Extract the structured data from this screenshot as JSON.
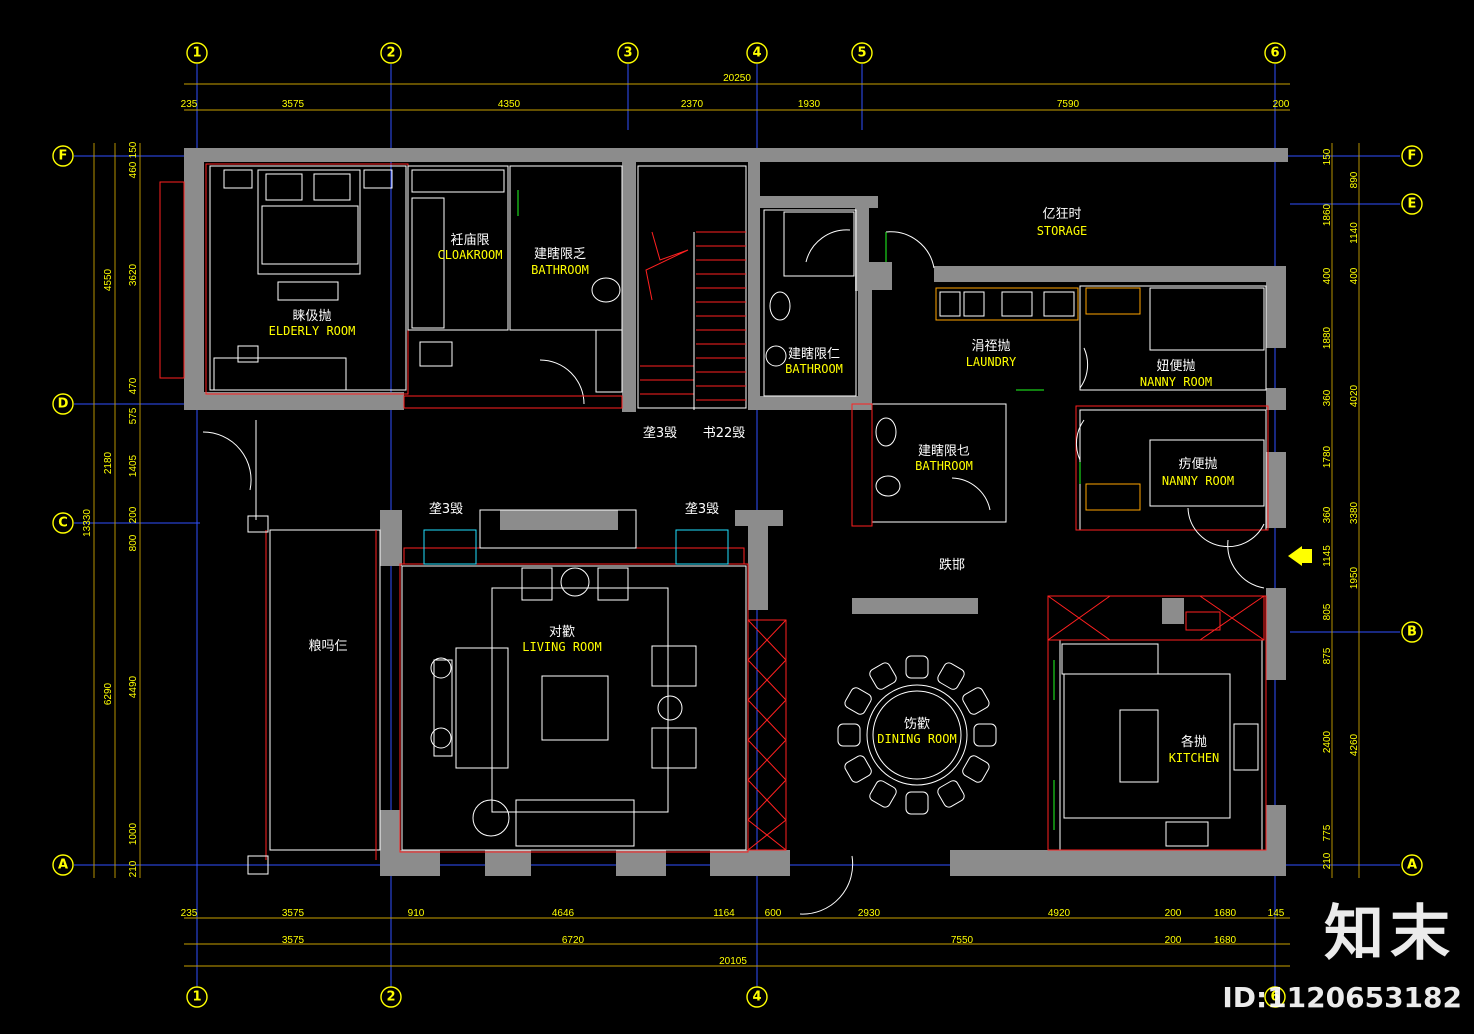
{
  "axes_numbers": [
    "1",
    "2",
    "3",
    "4",
    "5",
    "6"
  ],
  "axes_letters": [
    "F",
    "E",
    "D",
    "C",
    "B",
    "A"
  ],
  "top_dims": {
    "overall": "20250",
    "segments": [
      "235",
      "3575",
      "4350",
      "2370",
      "1930",
      "7590",
      "200"
    ]
  },
  "bottom_dims": {
    "row1": [
      "235",
      "3575",
      "910",
      "4646",
      "1164",
      "600",
      "2930",
      "4920",
      "200",
      "1680",
      "145"
    ],
    "row2": [
      "3575",
      "6720",
      "7550",
      "200",
      "1680"
    ],
    "overall": "20105"
  },
  "left_dims": {
    "outer": [
      "13330"
    ],
    "middle": [
      "4550",
      "2180",
      "6290"
    ],
    "inner": [
      "150",
      "460",
      "3620",
      "470",
      "575",
      "1405",
      "200",
      "800",
      "4490",
      "1000",
      "210"
    ]
  },
  "right_dims": {
    "inner": [
      "150",
      "890",
      "1860",
      "1140",
      "400",
      "400",
      "1880",
      "360",
      "1780",
      "360",
      "1145",
      "805",
      "875",
      "2400",
      "775",
      "210"
    ],
    "outer": [
      "4020",
      "3380",
      "1950",
      "4260"
    ]
  },
  "rooms": [
    {
      "id": "elderly",
      "cn": "睐伋抛",
      "en": "ELDERLY ROOM"
    },
    {
      "id": "cloak",
      "cn": "衽庙限",
      "en": "CLOAKROOM"
    },
    {
      "id": "bath1",
      "cn": "建瞎限乏",
      "en": "BATHROOM"
    },
    {
      "id": "storage",
      "cn": "亿狂时",
      "en": "STORAGE"
    },
    {
      "id": "bath2",
      "cn": "建瞎限仁",
      "en": "BATHROOM"
    },
    {
      "id": "laundry",
      "cn": "涓祬抛",
      "en": "LAUNDRY"
    },
    {
      "id": "nanny1",
      "cn": "妞便抛",
      "en": "NANNY ROOM"
    },
    {
      "id": "bath3",
      "cn": "建瞎限乜",
      "en": "BATHROOM"
    },
    {
      "id": "nanny2",
      "cn": "疠便抛",
      "en": "NANNY ROOM"
    },
    {
      "id": "living",
      "cn": "对歡",
      "en": "LIVING ROOM"
    },
    {
      "id": "dining",
      "cn": "饬歡",
      "en": "DINING ROOM"
    },
    {
      "id": "kitchen",
      "cn": "各抛",
      "en": "KITCHEN"
    },
    {
      "id": "terrace",
      "cn": "粮吗仨",
      "en": ""
    },
    {
      "id": "hall",
      "cn": "跌邯",
      "en": ""
    }
  ],
  "stair_notes": [
    "垄3毁",
    "书22毁"
  ],
  "step_notes": [
    "垄3毁",
    "垄3毁"
  ],
  "logo_text": "知末",
  "id_text": "ID:1120653182",
  "colors": {
    "background": "#000000",
    "wall": "#8c8c8c",
    "text": "#ffffff",
    "dimension": "#ffff00",
    "axis": "#3050ff"
  }
}
